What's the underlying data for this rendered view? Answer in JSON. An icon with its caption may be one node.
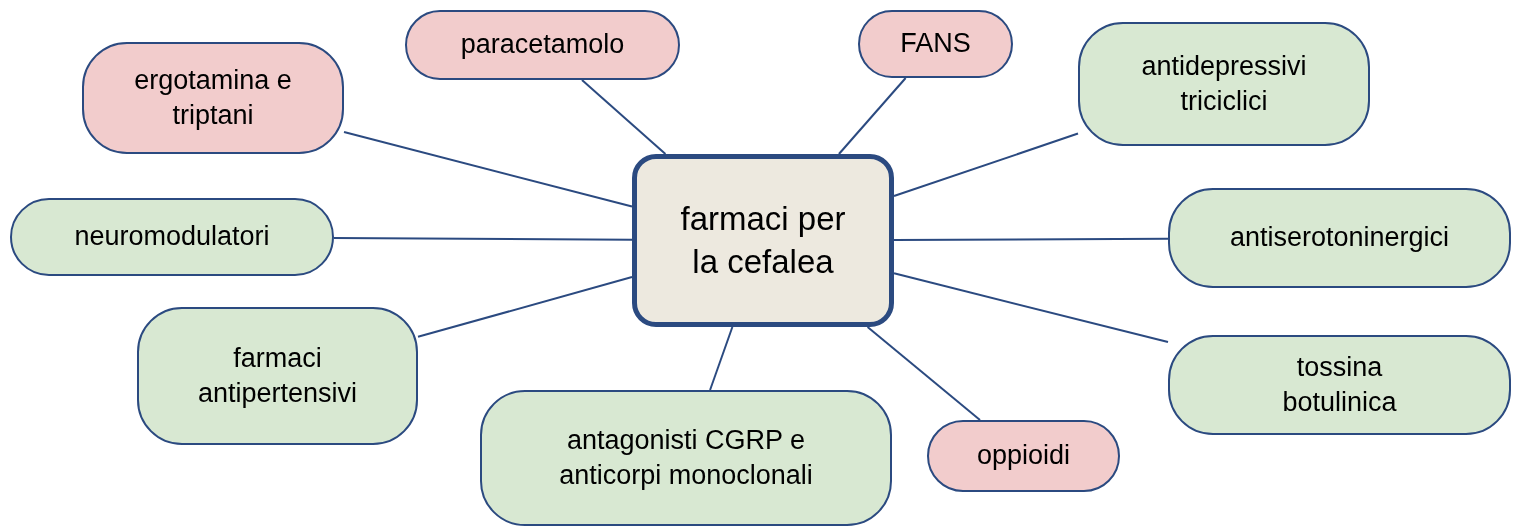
{
  "diagram": {
    "nodes": [
      {
        "text": [
          "farmaci per la cefalea"
        ]
      },
      {
        "text": [
          "paracetamolo"
        ]
      },
      {
        "text": [
          "FANS"
        ]
      },
      {
        "text": [
          "ergotamina e triptani"
        ]
      },
      {
        "text": [
          "antidepressivi triciclici"
        ]
      },
      {
        "text": [
          "neuromodulatori"
        ]
      },
      {
        "text": [
          "antiserotoninergici"
        ]
      },
      {
        "text": [
          "farmaci antipertensivi"
        ]
      },
      {
        "text": [
          "tossina botulinica"
        ]
      },
      {
        "text": [
          "antagonisti CGRP e anticorpi monoclonali"
        ]
      },
      {
        "text": [
          "oppioidi"
        ]
      }
    ],
    "edges": [
      {
        "from": 0,
        "to": 1,
        "arrow": "none"
      },
      {
        "from": 0,
        "to": 2,
        "arrow": "none"
      },
      {
        "from": 0,
        "to": 3,
        "arrow": "none"
      },
      {
        "from": 0,
        "to": 4,
        "arrow": "none"
      },
      {
        "from": 0,
        "to": 5,
        "arrow": "none"
      },
      {
        "from": 0,
        "to": 6,
        "arrow": "none"
      },
      {
        "from": 0,
        "to": 7,
        "arrow": "none"
      },
      {
        "from": 0,
        "to": 8,
        "arrow": "none"
      },
      {
        "from": 0,
        "to": 9,
        "arrow": "none"
      },
      {
        "from": 0,
        "to": 10,
        "arrow": "none"
      }
    ]
  }
}
